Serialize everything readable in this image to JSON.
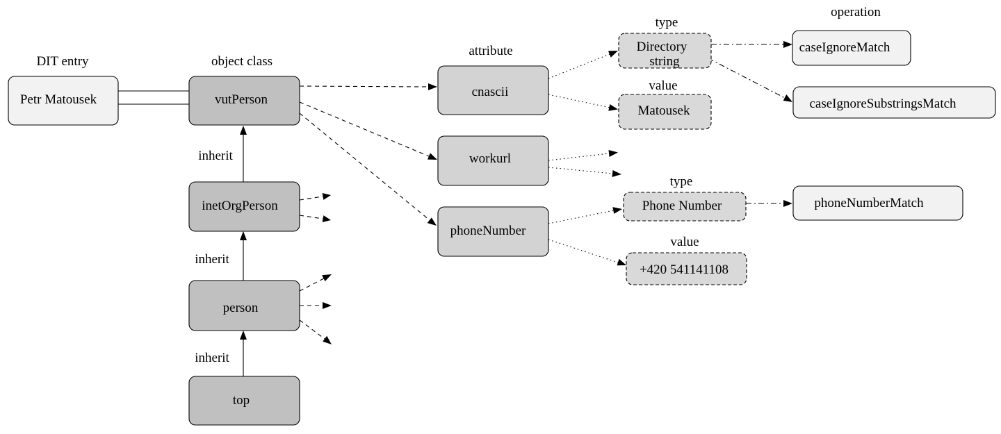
{
  "headers": {
    "dit_entry": "DIT entry",
    "object_class": "object class",
    "attribute": "attribute",
    "type_top": "type",
    "operation": "operation",
    "value_top": "value",
    "type_bottom": "type",
    "value_bottom": "value"
  },
  "inherit_labels": [
    "inherit",
    "inherit",
    "inherit"
  ],
  "entry": "Petr Matousek",
  "classes": {
    "vutPerson": "vutPerson",
    "inetOrgPerson": "inetOrgPerson",
    "person": "person",
    "top": "top"
  },
  "attributes": {
    "cnascii": "cnascii",
    "workurl": "workurl",
    "phoneNumber": "phoneNumber"
  },
  "types": {
    "directory_line1": "Directory",
    "directory_line2": "string",
    "phone": "Phone Number"
  },
  "values": {
    "matousek": "Matousek",
    "phone": "+420 541141108"
  },
  "operations": {
    "case_ignore_match": "caseIgnoreMatch",
    "case_ignore_substrings_match": "caseIgnoreSubstringsMatch",
    "phone_number_match": "phoneNumberMatch"
  }
}
